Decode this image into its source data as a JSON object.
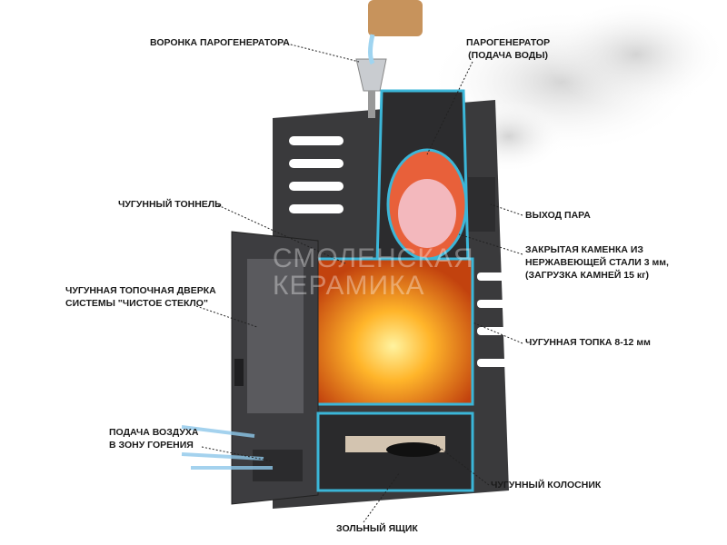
{
  "labels": {
    "funnel": "ВОРОНКА ПАРОГЕНЕРАТОРА",
    "steam_generator": [
      "ПАРОГЕНЕРАТОР",
      "(ПОДАЧА ВОДЫ)"
    ],
    "tunnel": "ЧУГУННЫЙ ТОННЕЛЬ",
    "steam_outlet": "ВЫХОД ПАРА",
    "closed_heater": [
      "ЗАКРЫТАЯ КАМЕНКА ИЗ",
      "НЕРЖАВЕЮЩЕЙ СТАЛИ 3 мм,",
      "(ЗАГРУЗКА КАМНЕЙ 15 кг)"
    ],
    "door": [
      "ЧУГУННАЯ ТОПОЧНАЯ ДВЕРКА",
      "СИСТЕМЫ \"ЧИСТОЕ СТЕКЛО\""
    ],
    "firebox": "ЧУГУННАЯ ТОПКА 8-12 мм",
    "air_supply": [
      "ПОДАЧА ВОЗДУХА",
      "В ЗОНУ ГОРЕНИЯ"
    ],
    "grate": "ЧУГУННЫЙ КОЛОСНИК",
    "ash_box": "ЗОЛЬНЫЙ ЯЩИК"
  },
  "watermark": [
    "СМОЛЕНСКАЯ",
    "КЕРАМИКА"
  ],
  "colors": {
    "iron": "#3a3a3c",
    "fire": "#f28a1a",
    "section": "#3bb6d8",
    "stones": "#f3b8bd"
  }
}
